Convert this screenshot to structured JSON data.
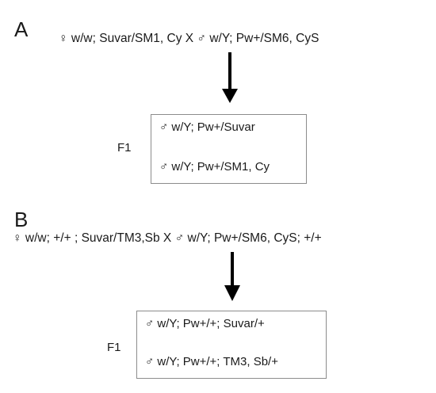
{
  "panel_a": {
    "label": "A",
    "cross": "♀ w/w; Suvar/SM1, Cy  X  ♂ w/Y; Pw+/SM6, CyS",
    "f1_label": "F1",
    "progeny": [
      "♂ w/Y; Pw+/Suvar",
      "♂ w/Y; Pw+/SM1, Cy"
    ]
  },
  "panel_b": {
    "label": "B",
    "cross": "♀ w/w; +/+ ; Suvar/TM3,Sb X ♂ w/Y; Pw+/SM6, CyS; +/+",
    "f1_label": "F1",
    "progeny": [
      "♂ w/Y; Pw+/+; Suvar/+",
      "♂ w/Y; Pw+/+; TM3, Sb/+"
    ]
  }
}
